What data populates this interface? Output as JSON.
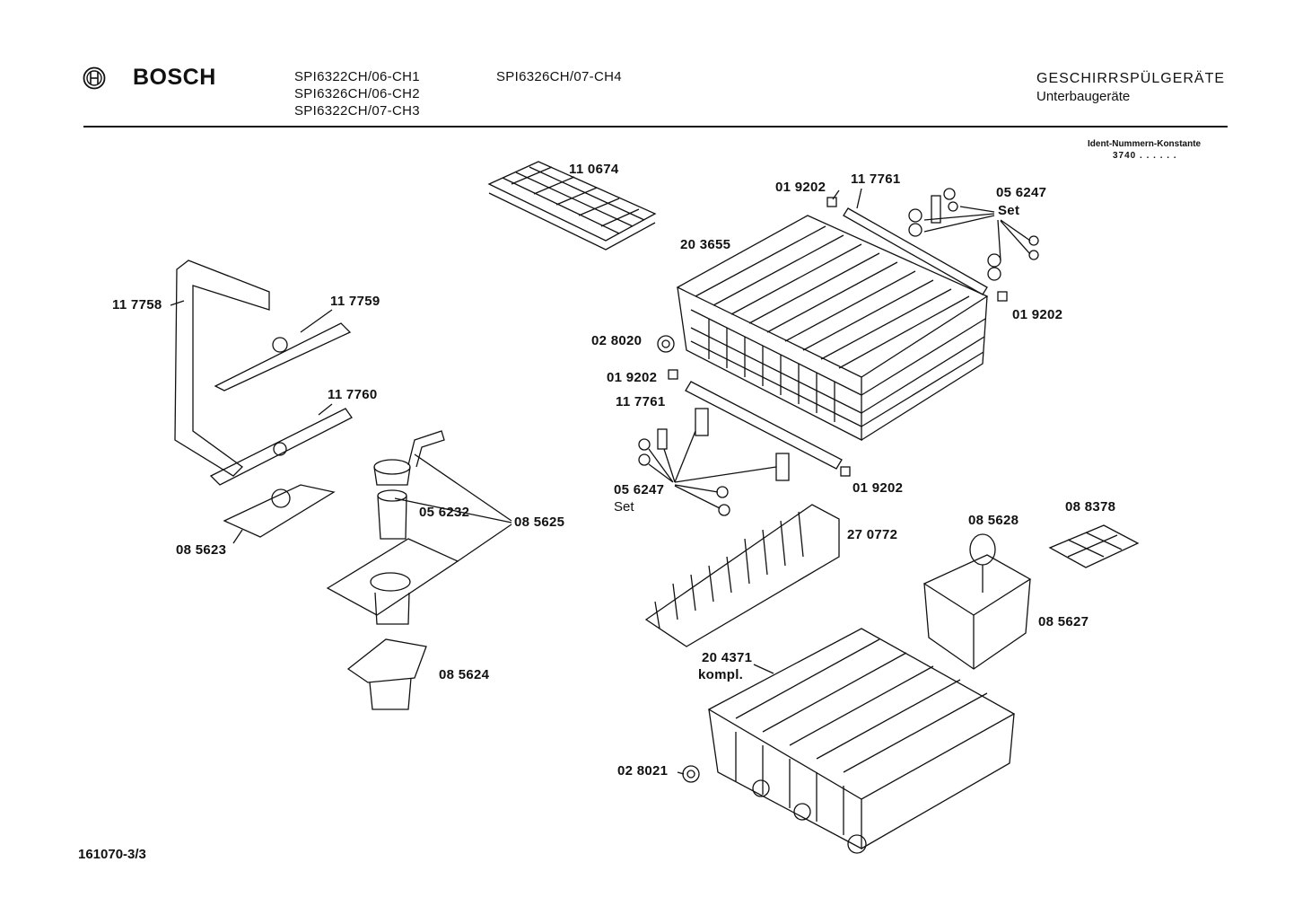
{
  "header": {
    "brand": "BOSCH",
    "logo_icon": "bosch-armature-logo-icon",
    "models_col1": [
      "SPI6322CH/06-CH1",
      "SPI6326CH/06-CH2",
      "SPI6322CH/07-CH3"
    ],
    "models_col2": [
      "SPI6326CH/07-CH4"
    ],
    "category": "GESCHIRRSPÜLGERÄTE",
    "subcategory": "Unterbaugeräte",
    "ident_label": "Ident-Nummern-Konstante",
    "ident_value": "3740  . .  . . . ."
  },
  "parts": {
    "p110674": "11 0674",
    "p019202_a": "01 9202",
    "p117761_a": "11 7761",
    "p056247_a": "05 6247",
    "set_a": "Set",
    "p203655": "20 3655",
    "p117758": "11 7758",
    "p117759": "11 7759",
    "p019202_b": "01 9202",
    "p028020": "02 8020",
    "p019202_c": "01 9202",
    "p117761_b": "11 7761",
    "p117760": "11 7760",
    "p056247_b": "05 6247",
    "set_b": "Set",
    "p019202_d": "01 9202",
    "p056232": "05 6232",
    "p085625": "08 5625",
    "p085623": "08 5623",
    "p270772": "27 0772",
    "p085628": "08 5628",
    "p088378": "08 8378",
    "p085627": "08 5627",
    "p085624": "08 5624",
    "p204371": "20 4371",
    "kompl": "kompl.",
    "p028021": "02 8021"
  },
  "footer": {
    "doc_number": "161070-3/3"
  }
}
